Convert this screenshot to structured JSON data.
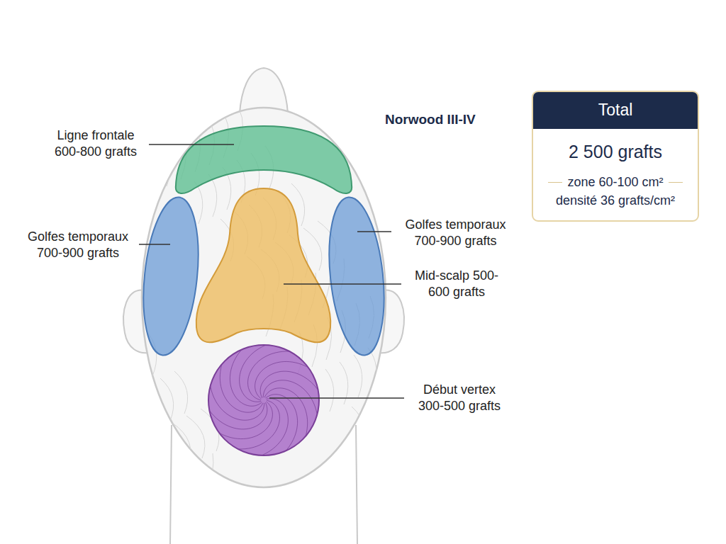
{
  "diagram": {
    "title": "Norwood III-IV",
    "nodes": [
      {
        "text": [
          "Total",
          "2 500 grafts",
          "zone 60-100 cm²",
          "densité 36 grafts/cm²"
        ]
      }
    ],
    "labels": [
      "Ligne frontale 600-800 grafts",
      "Golfes temporaux 700-900 grafts",
      "Golfes temporaux 700-900 grafts",
      "Mid-scalp 500-600 grafts",
      "Début vertex 300-500 grafts"
    ]
  }
}
